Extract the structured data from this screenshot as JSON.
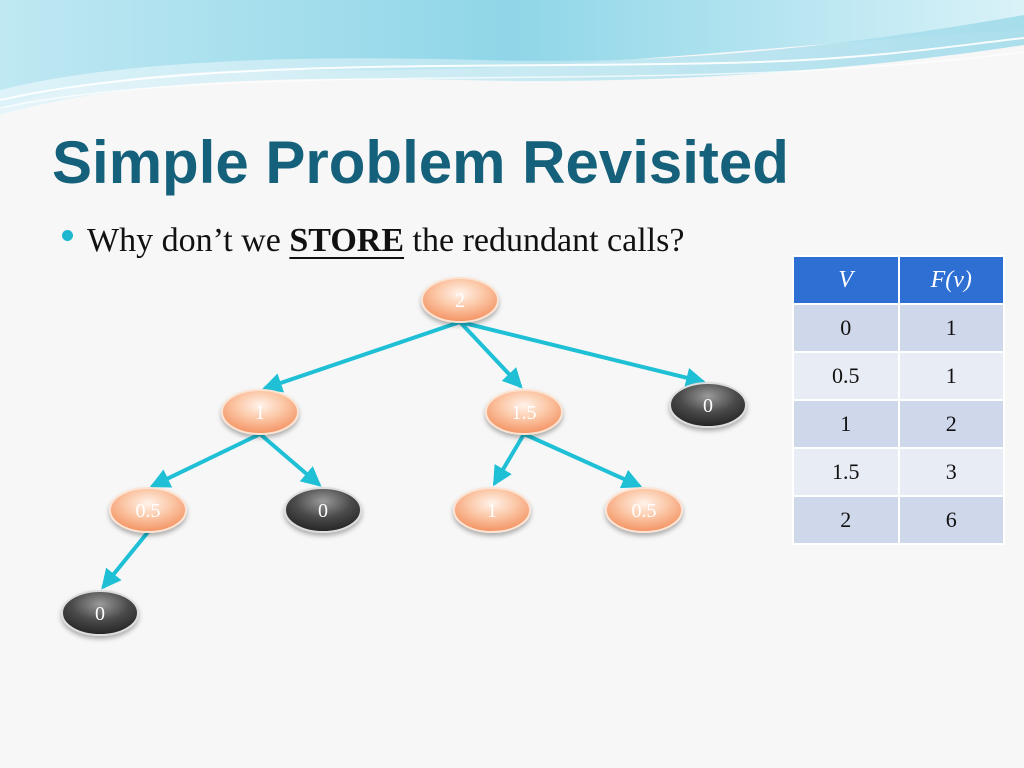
{
  "slide": {
    "title": "Simple Problem Revisited",
    "bullet": {
      "before": "Why don’t we ",
      "emphasis": "STORE",
      "after": " the redundant calls?"
    }
  },
  "colors": {
    "title": "#15607a",
    "edge": "#1fc0d6",
    "node_computed": "#f6a67e",
    "node_base": "#3a3a3a",
    "table_header": "#2e6fd4"
  },
  "tree": {
    "nodes": [
      {
        "id": "n2",
        "label": "2",
        "kind": "computed"
      },
      {
        "id": "n1",
        "label": "1",
        "kind": "computed"
      },
      {
        "id": "n15",
        "label": "1.5",
        "kind": "computed"
      },
      {
        "id": "n0a",
        "label": "0",
        "kind": "base"
      },
      {
        "id": "n05a",
        "label": "0.5",
        "kind": "computed"
      },
      {
        "id": "n0b",
        "label": "0",
        "kind": "base"
      },
      {
        "id": "n1b",
        "label": "1",
        "kind": "computed"
      },
      {
        "id": "n05b",
        "label": "0.5",
        "kind": "computed"
      },
      {
        "id": "n0c",
        "label": "0",
        "kind": "base"
      }
    ],
    "edges": [
      [
        "n2",
        "n1"
      ],
      [
        "n2",
        "n15"
      ],
      [
        "n2",
        "n0a"
      ],
      [
        "n1",
        "n05a"
      ],
      [
        "n1",
        "n0b"
      ],
      [
        "n15",
        "n1b"
      ],
      [
        "n15",
        "n05b"
      ],
      [
        "n05a",
        "n0c"
      ]
    ]
  },
  "table": {
    "headers": [
      "V",
      "F(v)"
    ],
    "rows": [
      [
        "0",
        "1"
      ],
      [
        "0.5",
        "1"
      ],
      [
        "1",
        "2"
      ],
      [
        "1.5",
        "3"
      ],
      [
        "2",
        "6"
      ]
    ]
  }
}
